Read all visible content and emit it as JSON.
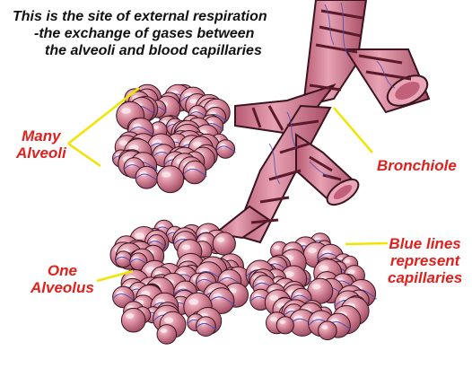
{
  "title": {
    "lines": [
      "This is the site of external respiration",
      "-the exchange of gases between",
      "the alveoli and blood capillaries"
    ]
  },
  "labels": {
    "many_alveoli": [
      "Many",
      "Alveoli"
    ],
    "one_alveolus": [
      "One",
      "Alveolus"
    ],
    "bronchiole": "Bronchiole",
    "capillaries": [
      "Blue lines",
      "represent",
      "capillaries"
    ]
  },
  "colors": {
    "title_text": "#111111",
    "label_text": "#e0201c",
    "leader_line": "#f2e400",
    "tissue": "#d97f92",
    "tissue_light": "#f3c7d2",
    "tissue_dark": "#8e3c50",
    "capillary": "#4a4fb0",
    "outline": "#3b1420"
  }
}
